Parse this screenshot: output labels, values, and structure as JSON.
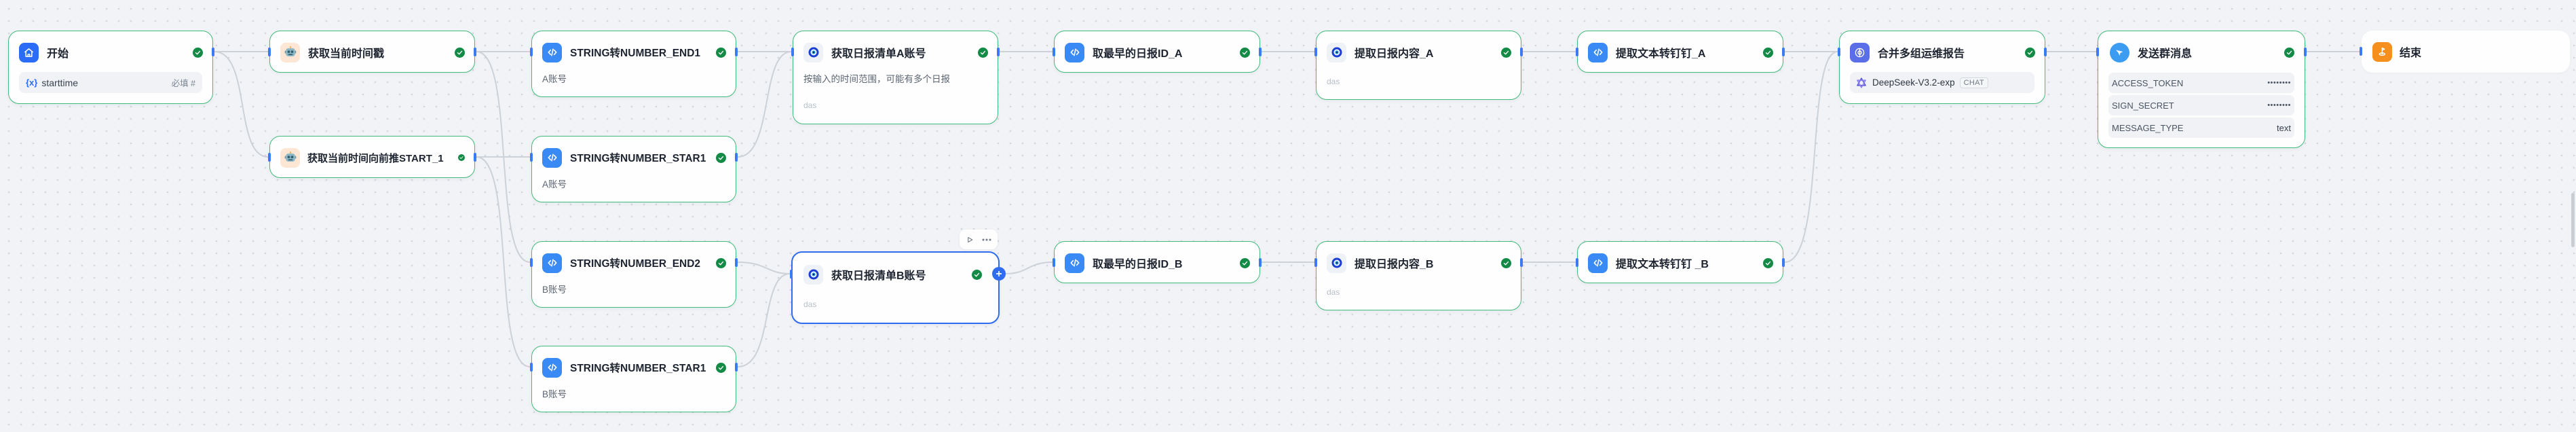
{
  "canvas": {
    "background": "#f1f3f5",
    "grid_dot_color": "#cfd4da",
    "node_border_ok": "#3ec07a",
    "node_border_selected": "#2b7cf0",
    "status_ok_color": "#17a74a"
  },
  "nodes": [
    {
      "id": "start",
      "title": "开始",
      "icon": "home-icon",
      "status": "ok",
      "field": {
        "var_prefix": "{x}",
        "name": "starttime",
        "meta": "必填  #"
      }
    },
    {
      "id": "get-timestamp",
      "title": "获取当前时间戳",
      "icon": "robot-icon",
      "status": "ok"
    },
    {
      "id": "get-time-backward",
      "title": "获取当前时间向前推START_1",
      "icon": "robot-icon",
      "status": "ok"
    },
    {
      "id": "str2num-end1",
      "title": "STRING转NUMBER_END1",
      "icon": "code-icon",
      "status": "ok",
      "desc": "A账号"
    },
    {
      "id": "str2num-star1",
      "title": "STRING转NUMBER_STAR1",
      "icon": "code-icon",
      "status": "ok",
      "desc": "A账号"
    },
    {
      "id": "str2num-end2",
      "title": "STRING转NUMBER_END2",
      "icon": "code-icon",
      "status": "ok",
      "desc": "B账号"
    },
    {
      "id": "str2num-star1b",
      "title": "STRING转NUMBER_STAR1",
      "icon": "code-icon",
      "status": "ok",
      "desc": "B账号"
    },
    {
      "id": "get-daily-a",
      "title": "获取日报清单A账号",
      "icon": "target-icon",
      "status": "ok",
      "desc": "按输入的时间范围，可能有多个日报",
      "subtle": "das"
    },
    {
      "id": "get-daily-b",
      "title": "获取日报清单B账号",
      "icon": "target-icon",
      "status": "ok",
      "selected": true,
      "subtle": "das"
    },
    {
      "id": "earliest-id-a",
      "title": "取最早的日报ID_A",
      "icon": "code-icon",
      "status": "ok"
    },
    {
      "id": "earliest-id-b",
      "title": "取最早的日报ID_B",
      "icon": "code-icon",
      "status": "ok"
    },
    {
      "id": "extract-content-a",
      "title": "提取日报内容_A",
      "icon": "target-icon",
      "status": "ok",
      "subtle": "das"
    },
    {
      "id": "extract-content-b",
      "title": "提取日报内容_B",
      "icon": "target-icon",
      "status": "ok",
      "subtle": "das"
    },
    {
      "id": "text2dingding-a",
      "title": "提取文本转钉钉_A",
      "icon": "code-icon",
      "status": "ok"
    },
    {
      "id": "text2dingding-b",
      "title": "提取文本转钉钉 _B",
      "icon": "code-icon",
      "status": "ok"
    },
    {
      "id": "merge-report",
      "title": "合并多组运维报告",
      "icon": "merge-icon",
      "status": "ok",
      "model": {
        "name": "DeepSeek-V3.2-exp",
        "tag": "CHAT",
        "icon": "deepseek-icon"
      }
    },
    {
      "id": "send-group-message",
      "title": "发送群消息",
      "icon": "send-icon",
      "status": "ok",
      "params": [
        {
          "key": "ACCESS_TOKEN",
          "value": "••••••••",
          "masked": true
        },
        {
          "key": "SIGN_SECRET",
          "value": "••••••••",
          "masked": true
        },
        {
          "key": "MESSAGE_TYPE",
          "value": "text",
          "masked": false
        }
      ]
    },
    {
      "id": "end",
      "title": "结束",
      "icon": "end-icon"
    }
  ],
  "node_toolbar": {
    "run_icon": "play-icon",
    "more_icon": "more-icon"
  },
  "scrollbar": {
    "visible": true
  }
}
